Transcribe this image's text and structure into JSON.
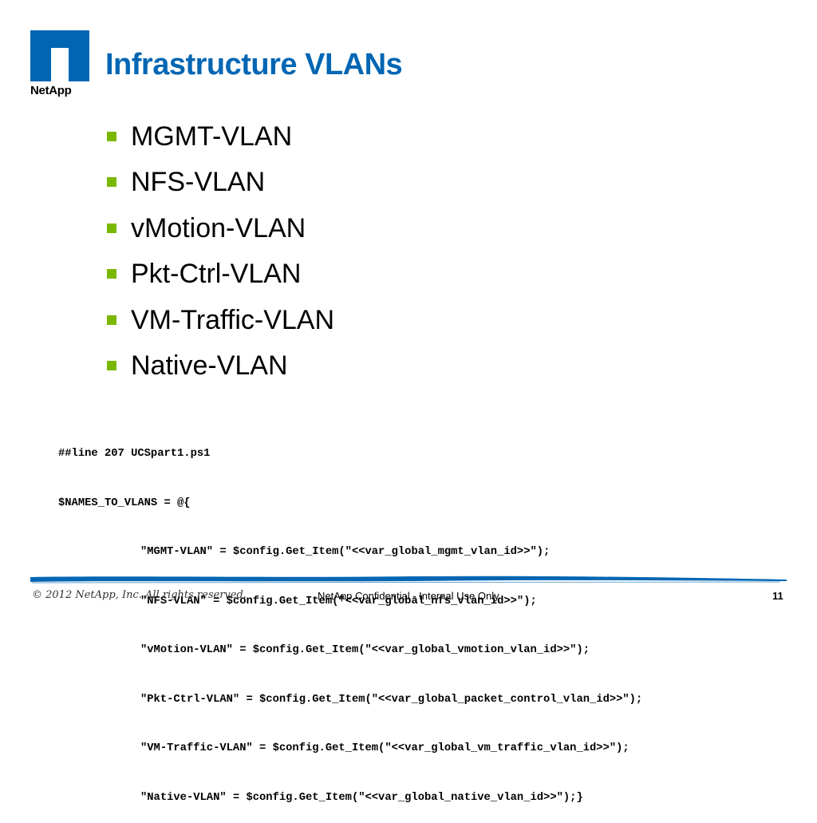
{
  "logo": {
    "text": "NetApp",
    "color": "#0066b3"
  },
  "slide": {
    "title": "Infrastructure VLANs",
    "bullets": [
      "MGMT-VLAN",
      "NFS-VLAN",
      "vMotion-VLAN",
      "Pkt-Ctrl-VLAN",
      "VM-Traffic-VLAN",
      "Native-VLAN"
    ],
    "code_lines": [
      "##line 207 UCSpart1.ps1",
      "$NAMES_TO_VLANS = @{",
      "\"MGMT-VLAN\" = $config.Get_Item(\"<<var_global_mgmt_vlan_id>>\");",
      "\"NFS-VLAN\" = $config.Get_Item(\"<<var_global_nfs_vlan_id>>\");",
      "\"vMotion-VLAN\" = $config.Get_Item(\"<<var_global_vmotion_vlan_id>>\");",
      "\"Pkt-Ctrl-VLAN\" = $config.Get_Item(\"<<var_global_packet_control_vlan_id>>\");",
      "\"VM-Traffic-VLAN\" = $config.Get_Item(\"<<var_global_vm_traffic_vlan_id>>\");",
      "\"Native-VLAN\" = $config.Get_Item(\"<<var_global_native_vlan_id>>\");}"
    ]
  },
  "footer": {
    "copyright": "© 2012 NetApp, Inc. All rights reserved.",
    "confidential": "NetApp Confidential - Internal Use Only",
    "page_number": "11"
  },
  "colors": {
    "title": "#0066b3",
    "bullet": "#7ab800",
    "rule": "#0066b3"
  }
}
